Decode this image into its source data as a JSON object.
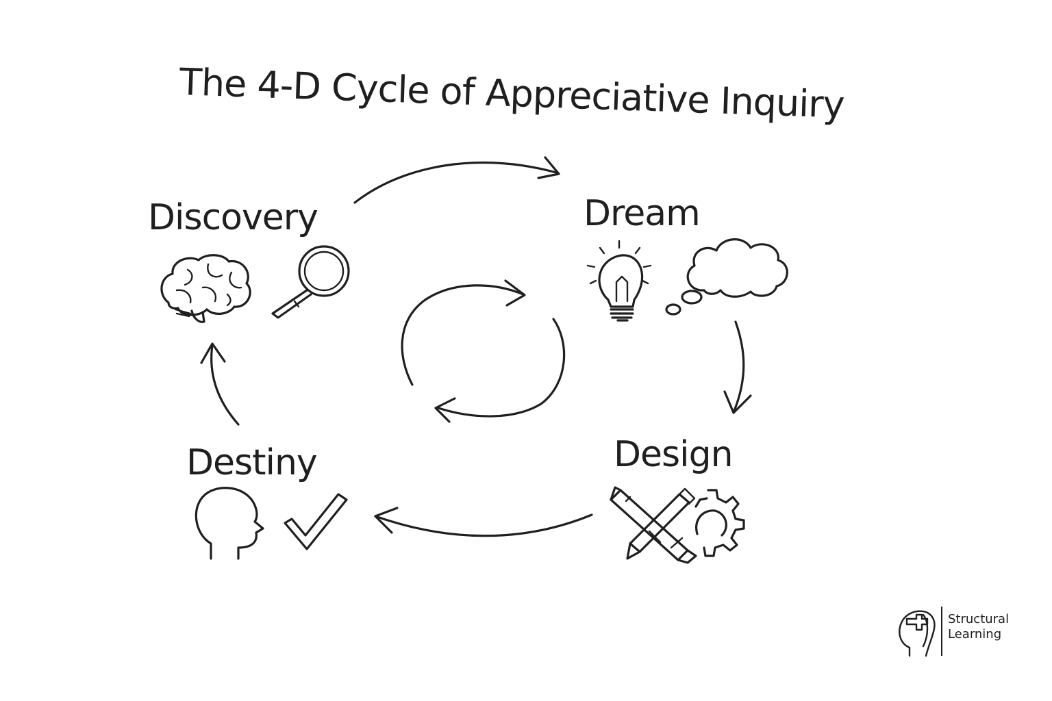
{
  "title": "The 4-D Cycle of Appreciative Inquiry",
  "stages": [
    {
      "label": "Discovery",
      "icons": [
        "brain-icon",
        "magnifying-glass-icon"
      ]
    },
    {
      "label": "Dream",
      "icons": [
        "light-bulb-icon",
        "thought-cloud-icon"
      ]
    },
    {
      "label": "Design",
      "icons": [
        "pencil-icon",
        "gear-icon"
      ]
    },
    {
      "label": "Destiny",
      "icons": [
        "head-profile-icon",
        "checkmark-icon"
      ]
    }
  ],
  "flow": [
    "Discovery",
    "Dream",
    "Design",
    "Destiny",
    "Discovery"
  ],
  "center_icon": "cycle-arrows-icon",
  "brand": {
    "line1": "Structural",
    "line2": "Learning",
    "icon": "head-puzzle-logo-icon"
  },
  "colors": {
    "ink": "#1f1f1f",
    "background": "#ffffff"
  }
}
